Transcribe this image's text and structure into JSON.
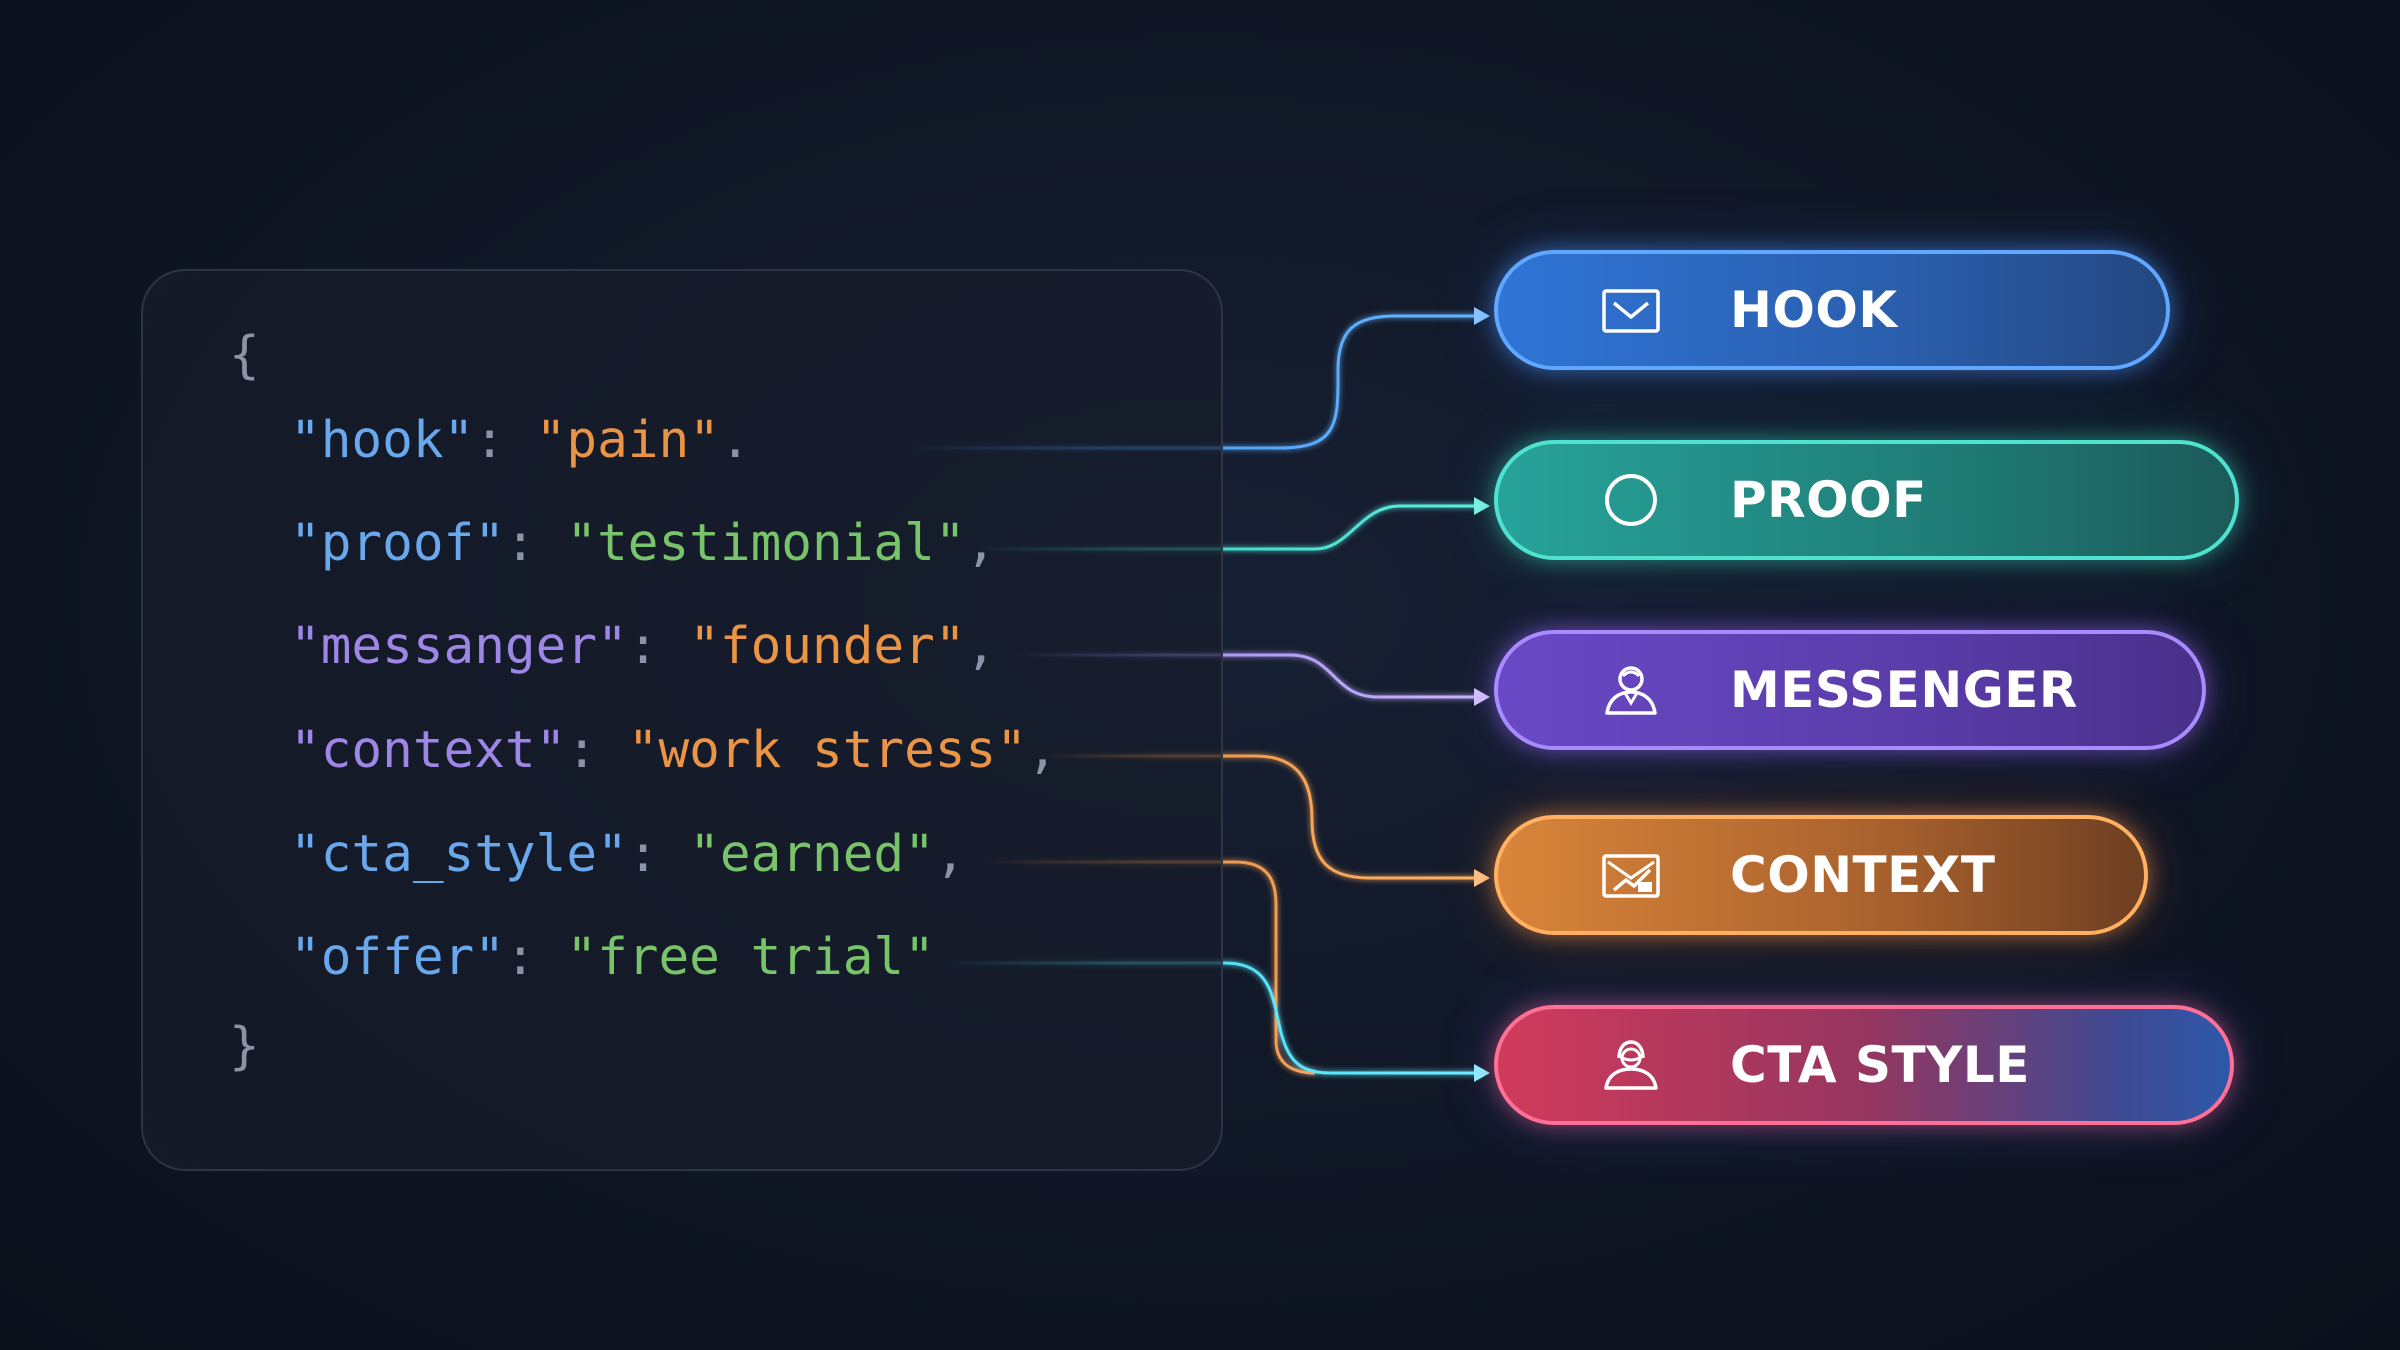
{
  "code": {
    "open_brace": "{",
    "close_brace": "}",
    "entries": [
      {
        "key": "\"hook\"",
        "colon": ": ",
        "value": "\"pain\"",
        "trail": "."
      },
      {
        "key": "\"proof\"",
        "colon": ": ",
        "value": "\"testimonial\"",
        "trail": ","
      },
      {
        "key": "\"messanger\"",
        "colon": ": ",
        "value": "\"founder\"",
        "trail": ","
      },
      {
        "key": "\"context\"",
        "colon": ": ",
        "value": "\"work stress\"",
        "trail": ","
      },
      {
        "key": "\"cta_style\"",
        "colon": ": ",
        "value": "\"earned\"",
        "trail": ","
      },
      {
        "key": "\"offer\"",
        "colon": ": ",
        "value": "\"free trial\"",
        "trail": ""
      }
    ]
  },
  "pills": [
    {
      "label": "HOOK",
      "icon": "envelope-icon",
      "color": "#2f74d6"
    },
    {
      "label": "PROOF",
      "icon": "circle-icon",
      "color": "#27a39a"
    },
    {
      "label": "MESSENGER",
      "icon": "person-icon",
      "color": "#6a49c6"
    },
    {
      "label": "CONTEXT",
      "icon": "chart-envelope-icon",
      "color": "#d9853a"
    },
    {
      "label": "CTA STYLE",
      "icon": "person-hood-icon",
      "color": "#d03a5c"
    }
  ],
  "colors": {
    "background": "#0e1422",
    "key_blue": "#69a8ec",
    "key_purple": "#9d86e6",
    "value_orange": "#ec9445",
    "value_green": "#79c46a"
  }
}
